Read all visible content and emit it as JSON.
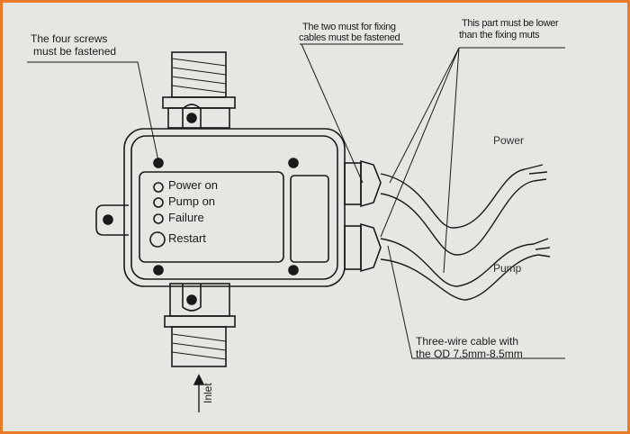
{
  "callouts": {
    "screws": [
      "The four screws",
      "must be fastened"
    ],
    "fixing_cables": [
      "The two must for fixing",
      "cables must be fastened"
    ],
    "lower_part": [
      "This part must be lower",
      "than the fixing muts"
    ],
    "cable_spec": [
      "Three-wire cable with",
      "the OD 7.5mm-8.5mm"
    ]
  },
  "indicators": [
    "Power on",
    "Pump on",
    "Failure",
    "Restart"
  ],
  "cables": {
    "power": "Power",
    "pump": "Pump"
  },
  "inlet": "Inlet",
  "colors": {
    "border": "#e97a2a",
    "paper": "#e6e6e2",
    "ink": "#1a1a1a"
  }
}
